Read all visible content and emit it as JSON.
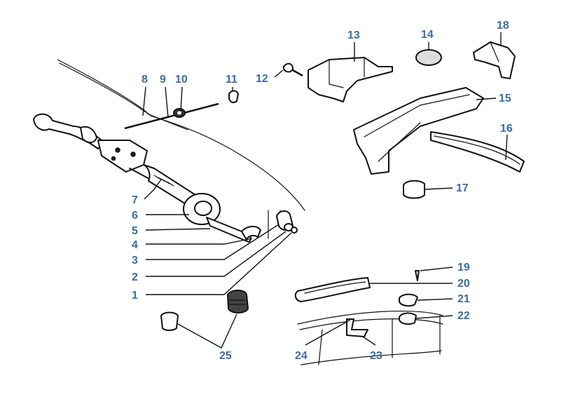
{
  "diagram": {
    "label_color": "#3a6ea5",
    "line_color": "#111111",
    "labels": [
      {
        "id": "1",
        "text": "1"
      },
      {
        "id": "2",
        "text": "2"
      },
      {
        "id": "3",
        "text": "3"
      },
      {
        "id": "4",
        "text": "4"
      },
      {
        "id": "5",
        "text": "5"
      },
      {
        "id": "6",
        "text": "6"
      },
      {
        "id": "7",
        "text": "7"
      },
      {
        "id": "8",
        "text": "8"
      },
      {
        "id": "9",
        "text": "9"
      },
      {
        "id": "10",
        "text": "10"
      },
      {
        "id": "11",
        "text": "11"
      },
      {
        "id": "12",
        "text": "12"
      },
      {
        "id": "13",
        "text": "13"
      },
      {
        "id": "14",
        "text": "14"
      },
      {
        "id": "15",
        "text": "15"
      },
      {
        "id": "16",
        "text": "16"
      },
      {
        "id": "17",
        "text": "17"
      },
      {
        "id": "18",
        "text": "18"
      },
      {
        "id": "19",
        "text": "19"
      },
      {
        "id": "20",
        "text": "20"
      },
      {
        "id": "21",
        "text": "21"
      },
      {
        "id": "22",
        "text": "22"
      },
      {
        "id": "23",
        "text": "23"
      },
      {
        "id": "24",
        "text": "24"
      },
      {
        "id": "25",
        "text": "25"
      }
    ]
  }
}
